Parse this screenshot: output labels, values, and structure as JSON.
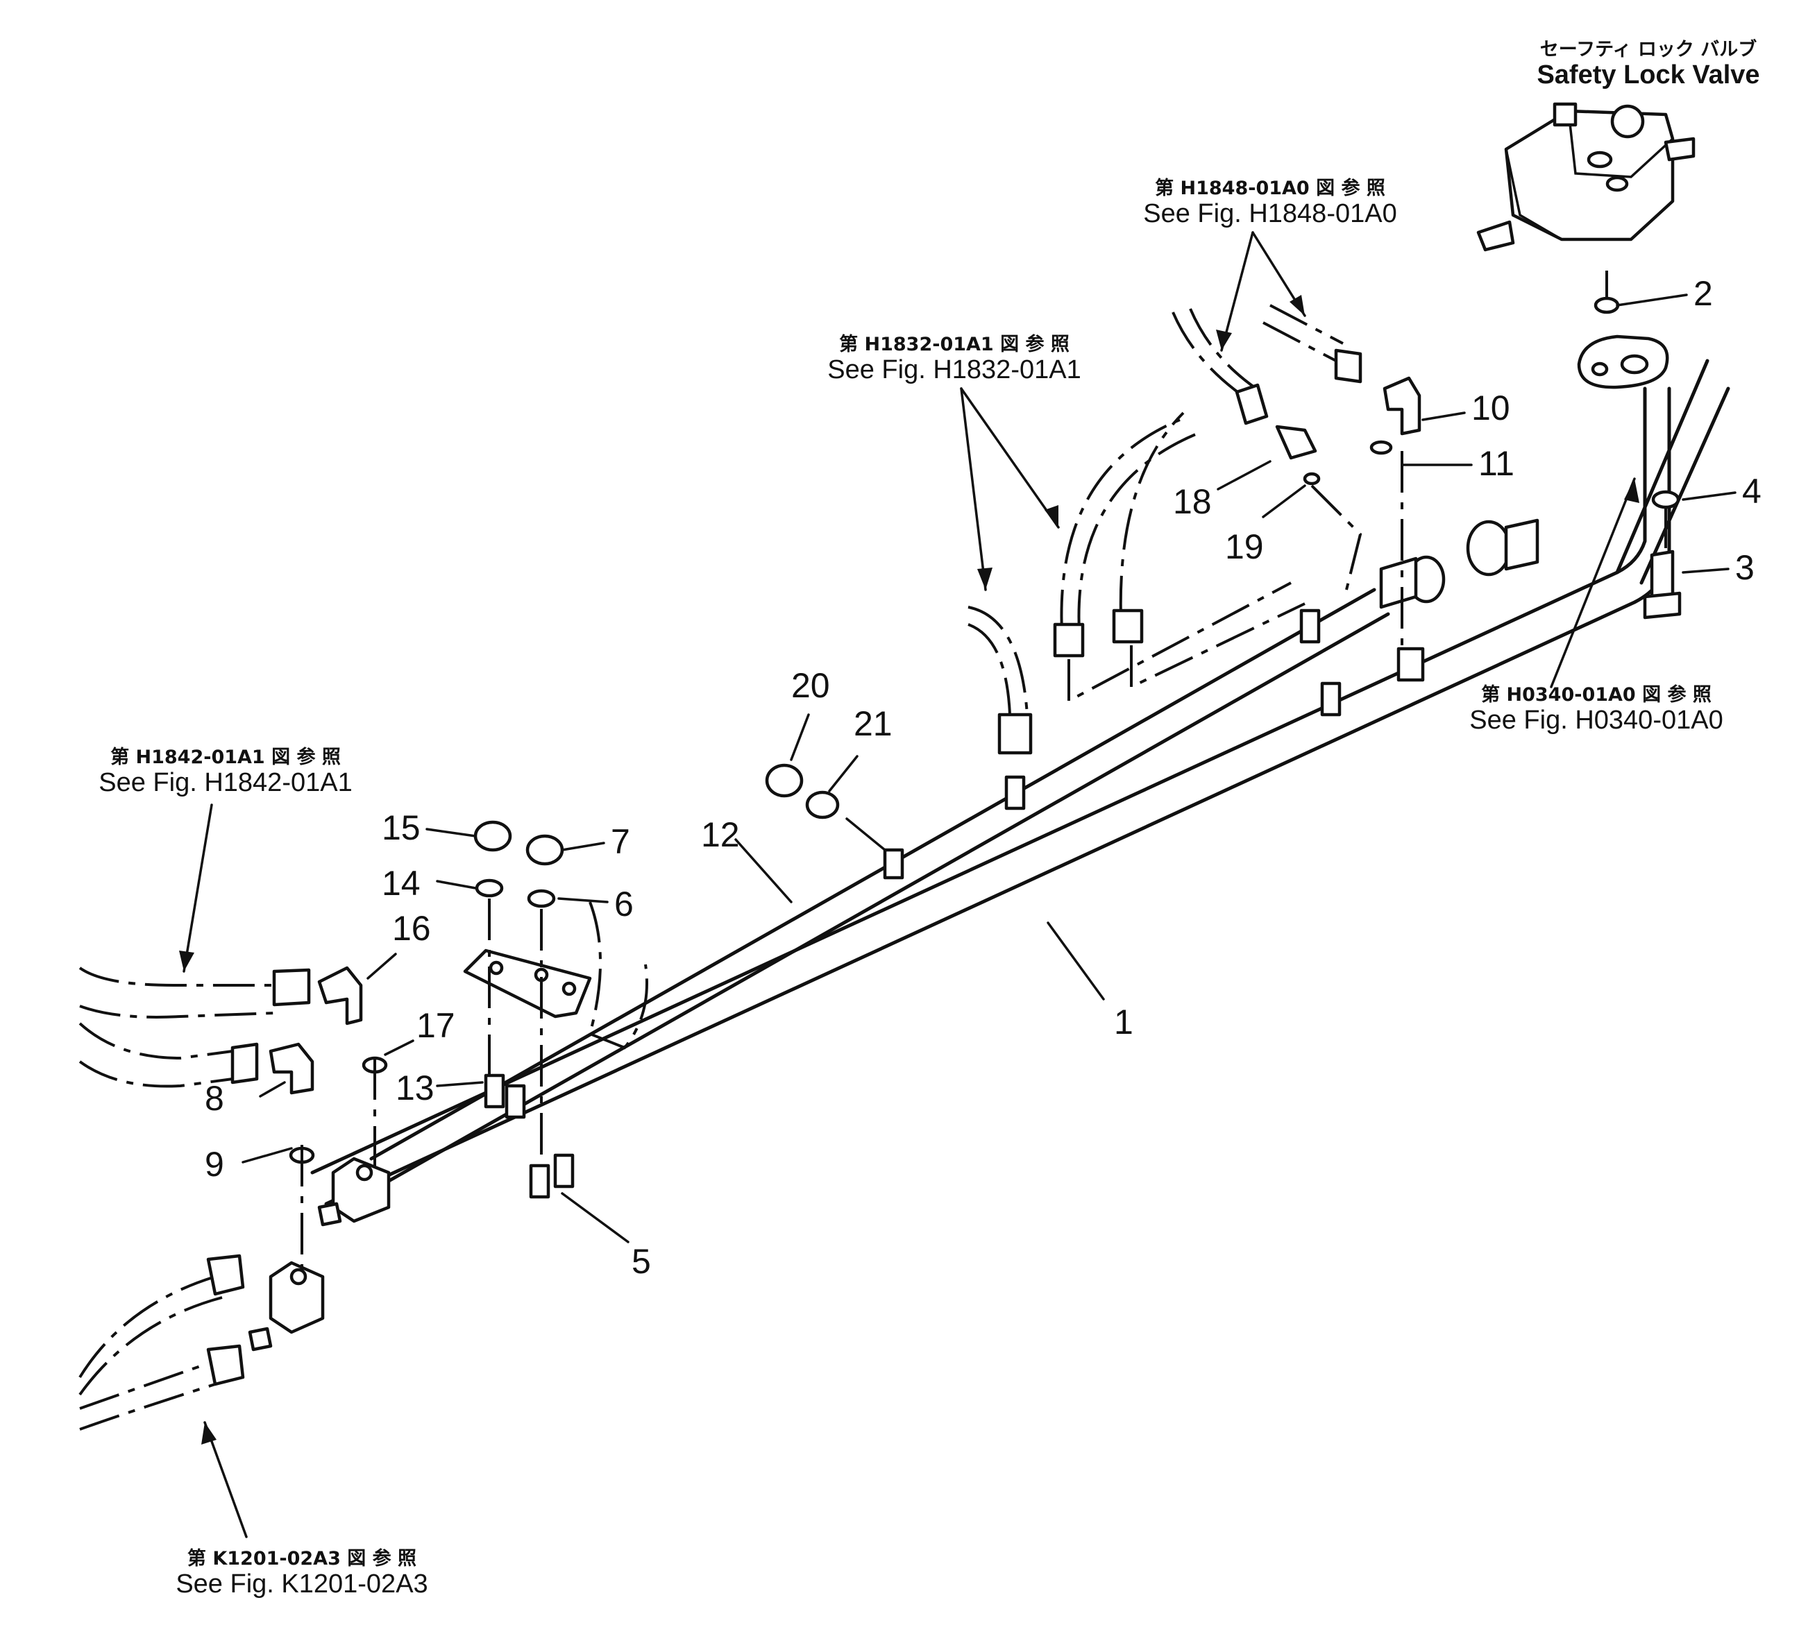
{
  "valve_label": {
    "jp": "セーフティ ロック バルブ",
    "en": "Safety Lock Valve"
  },
  "references": [
    {
      "jp": "第 H1848-01A0 図 参 照",
      "en": "See Fig. H1848-01A0"
    },
    {
      "jp": "第 H1832-01A1 図 参 照",
      "en": "See Fig. H1832-01A1"
    },
    {
      "jp": "第 H0340-01A0 図 参 照",
      "en": "See Fig. H0340-01A0"
    },
    {
      "jp": "第 H1842-01A1 図 参 照",
      "en": "See Fig. H1842-01A1"
    },
    {
      "jp": "第 K1201-02A3 図 参 照",
      "en": "See Fig. K1201-02A3"
    }
  ],
  "callouts": [
    "1",
    "2",
    "3",
    "4",
    "5",
    "6",
    "7",
    "8",
    "9",
    "10",
    "11",
    "12",
    "13",
    "14",
    "15",
    "16",
    "17",
    "18",
    "19",
    "20",
    "21"
  ]
}
